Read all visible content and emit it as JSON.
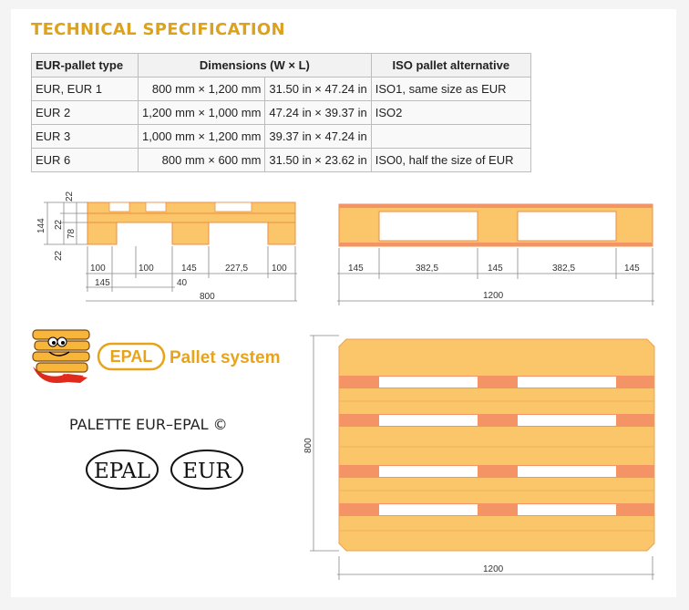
{
  "title": "TECHNICAL SPECIFICATION",
  "table": {
    "headers": [
      "EUR-pallet type",
      "Dimensions (W × L)",
      "ISO pallet alternative"
    ],
    "rows": [
      {
        "type": "EUR, EUR 1",
        "mm": "800 mm × 1,200 mm",
        "inch": "31.50 in × 47.24 in",
        "iso": "ISO1, same size as EUR"
      },
      {
        "type": "EUR 2",
        "mm": "1,200 mm × 1,000 mm",
        "inch": "47.24 in × 39.37 in",
        "iso": "ISO2"
      },
      {
        "type": "EUR 3",
        "mm": "1,000 mm × 1,200 mm",
        "inch": "39.37 in × 47.24 in",
        "iso": ""
      },
      {
        "type": "EUR 6",
        "mm": "800 mm × 600 mm",
        "inch": "31.50 in × 23.62 in",
        "iso": "ISO0, half the size of EUR"
      }
    ]
  },
  "side_view": {
    "vertical_dims": [
      "144",
      "22",
      "78",
      "22",
      "22"
    ],
    "bottom_dims": [
      "100",
      "100",
      "145",
      "227,5",
      "100"
    ],
    "second_row_dims": [
      "145",
      "40"
    ],
    "total": "800"
  },
  "front_view": {
    "bottom_dims": [
      "145",
      "382,5",
      "145",
      "382,5",
      "145"
    ],
    "total": "1200"
  },
  "top_view": {
    "height_label": "800",
    "width_label": "1200"
  },
  "logos": {
    "epal_badge": "EPAL",
    "pallet_system": "Pallet system",
    "palette_label": "PALETTE EUR–EPAL ©",
    "epal_oval": "EPAL",
    "eur_oval": "EUR"
  },
  "colors": {
    "title": "#dca21e",
    "wood": "#fbc56a",
    "wood_edge": "#eb8f45",
    "block": "#f49365",
    "logo": "#e8a31b"
  }
}
